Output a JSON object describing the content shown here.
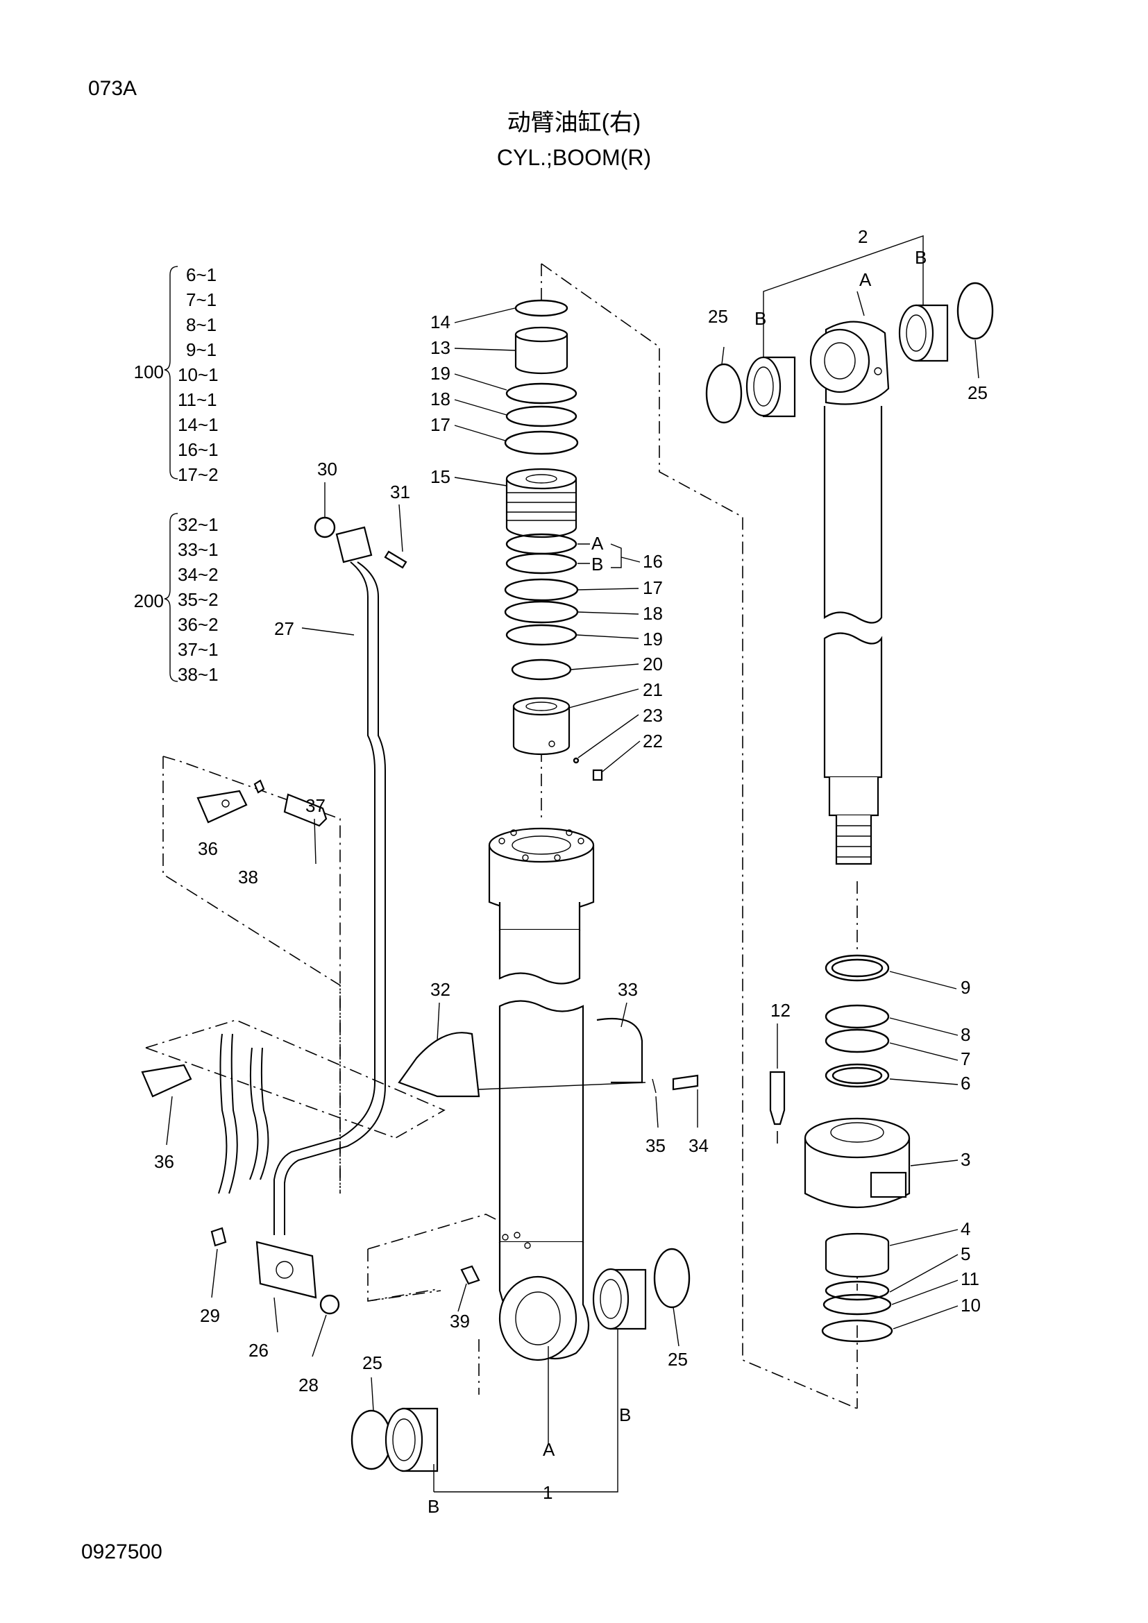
{
  "page_code": "073A",
  "title_cn": "动臂油缸(右)",
  "title_en": "CYL.;BOOM(R)",
  "drawing_no": "0927500",
  "kit_100": {
    "number": "100",
    "items": [
      "6~1",
      "7~1",
      "8~1",
      "9~1",
      "10~1",
      "11~1",
      "14~1",
      "16~1",
      "17~2"
    ]
  },
  "kit_200": {
    "number": "200",
    "items": [
      "32~1",
      "33~1",
      "34~2",
      "35~2",
      "36~2",
      "37~1",
      "38~1"
    ]
  },
  "labels": {
    "c14": "14",
    "c13": "13",
    "c19a": "19",
    "c18a": "18",
    "c17a": "17",
    "c15": "15",
    "c16": "16",
    "c16a": "A",
    "c16b": "B",
    "c17b": "17",
    "c18b": "18",
    "c19b": "19",
    "c20": "20",
    "c21": "21",
    "c23": "23",
    "c22": "22",
    "p30": "30",
    "p31": "31",
    "p27": "27",
    "p36a": "36",
    "p37": "37",
    "p38": "38",
    "p32": "32",
    "p33": "33",
    "p35": "35",
    "p34": "34",
    "p36b": "36",
    "p29": "29",
    "p26": "26",
    "p28": "28",
    "p39": "39",
    "b25a": "25",
    "b25b": "25",
    "b_a": "A",
    "b_b1": "B",
    "b_b2": "B",
    "b_1": "1",
    "r2": "2",
    "r_a": "A",
    "r_b1": "B",
    "r_b2": "B",
    "r25a": "25",
    "r25b": "25",
    "r9": "9",
    "r12": "12",
    "r8": "8",
    "r7": "7",
    "r6": "6",
    "r3": "3",
    "r4": "4",
    "r5": "5",
    "r11": "11",
    "r10": "10"
  }
}
